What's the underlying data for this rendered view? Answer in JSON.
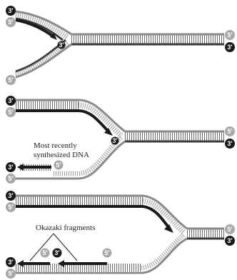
{
  "colors": {
    "template": "#8a8a8a",
    "template_dark": "#3a3a3a",
    "new_strand": "#1a1a1a",
    "end_dark_fill": "#1a1a1a",
    "end_light_fill": "#a8a8a8",
    "end_dark_text": "#ffffff",
    "end_light_text": "#ffffff"
  },
  "ends": {
    "three_prime": "3′",
    "five_prime": "5′"
  },
  "labels": {
    "most_recent_line1": "Most recently",
    "most_recent_line2": "synthesized DNA",
    "okazaki": "Okazaki fragments"
  },
  "icons": {
    "new_strand_arrow": "arrowhead",
    "rungs": "hatched-base-pairs"
  }
}
